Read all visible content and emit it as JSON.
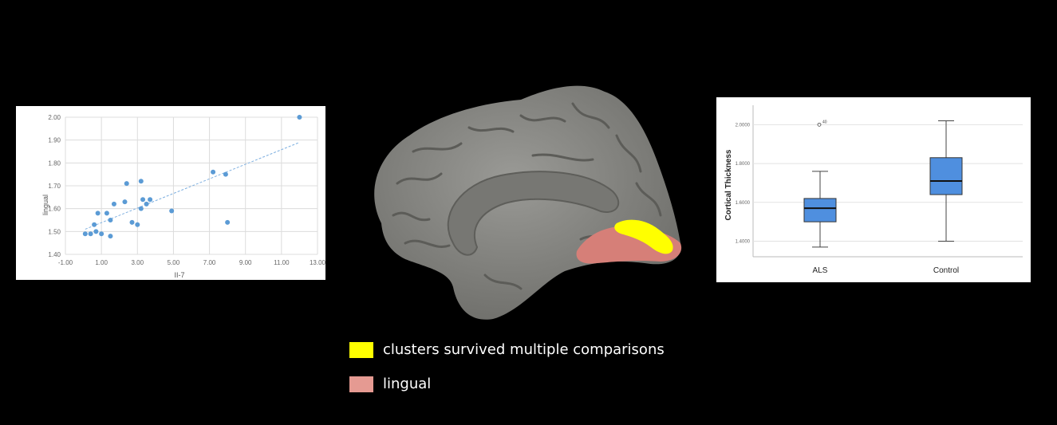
{
  "legend": {
    "items": [
      {
        "label": "clusters survived multiple comparisons",
        "color": "#ffff00"
      },
      {
        "label": "lingual",
        "color": "#e59a92"
      }
    ]
  },
  "colors": {
    "background": "#000000",
    "scatter_point": "#5b9bd5",
    "box_fill": "#4f8fdf",
    "brain_cortex": "#8a8a86",
    "cluster": "#ffff00",
    "lingual": "#d67f78"
  },
  "chart_data": [
    {
      "type": "scatter",
      "xlabel": "II-7",
      "ylabel": "lingual",
      "xlim": [
        -1,
        13
      ],
      "ylim": [
        1.4,
        2.0
      ],
      "xticks": [
        "-1.00",
        "1.00",
        "3.00",
        "5.00",
        "7.00",
        "9.00",
        "11.00",
        "13.00"
      ],
      "yticks": [
        "1.40",
        "1.50",
        "1.60",
        "1.70",
        "1.80",
        "1.90",
        "2.00"
      ],
      "x": [
        0.1,
        0.4,
        0.6,
        0.7,
        0.8,
        1.0,
        1.3,
        1.5,
        1.5,
        1.7,
        2.3,
        2.4,
        2.7,
        3.0,
        3.2,
        3.2,
        3.3,
        3.5,
        3.7,
        4.9,
        7.2,
        7.9,
        8.0,
        12.0
      ],
      "y": [
        1.49,
        1.49,
        1.53,
        1.5,
        1.58,
        1.49,
        1.58,
        1.48,
        1.55,
        1.62,
        1.63,
        1.71,
        1.54,
        1.53,
        1.72,
        1.6,
        1.64,
        1.62,
        1.64,
        1.59,
        1.76,
        1.75,
        1.54,
        2.0
      ],
      "trendline": {
        "x": [
          0.1,
          12.0
        ],
        "y": [
          1.51,
          1.89
        ]
      },
      "grid": true
    },
    {
      "type": "box",
      "ylabel": "Cortical Thickness",
      "categories": [
        "ALS",
        "Control"
      ],
      "ylim": [
        1.32,
        2.1
      ],
      "yticks": [
        "1.4000",
        "1.6000",
        "1.8000",
        "2.0000"
      ],
      "ytick_values": [
        1.4,
        1.6,
        1.8,
        2.0
      ],
      "boxes": [
        {
          "min": 1.37,
          "q1": 1.5,
          "median": 1.57,
          "q3": 1.62,
          "max": 1.76,
          "outliers": [
            {
              "value": 2.0,
              "label": "40"
            }
          ]
        },
        {
          "min": 1.4,
          "q1": 1.64,
          "median": 1.71,
          "q3": 1.83,
          "max": 2.02,
          "outliers": []
        }
      ],
      "grid": true
    }
  ]
}
